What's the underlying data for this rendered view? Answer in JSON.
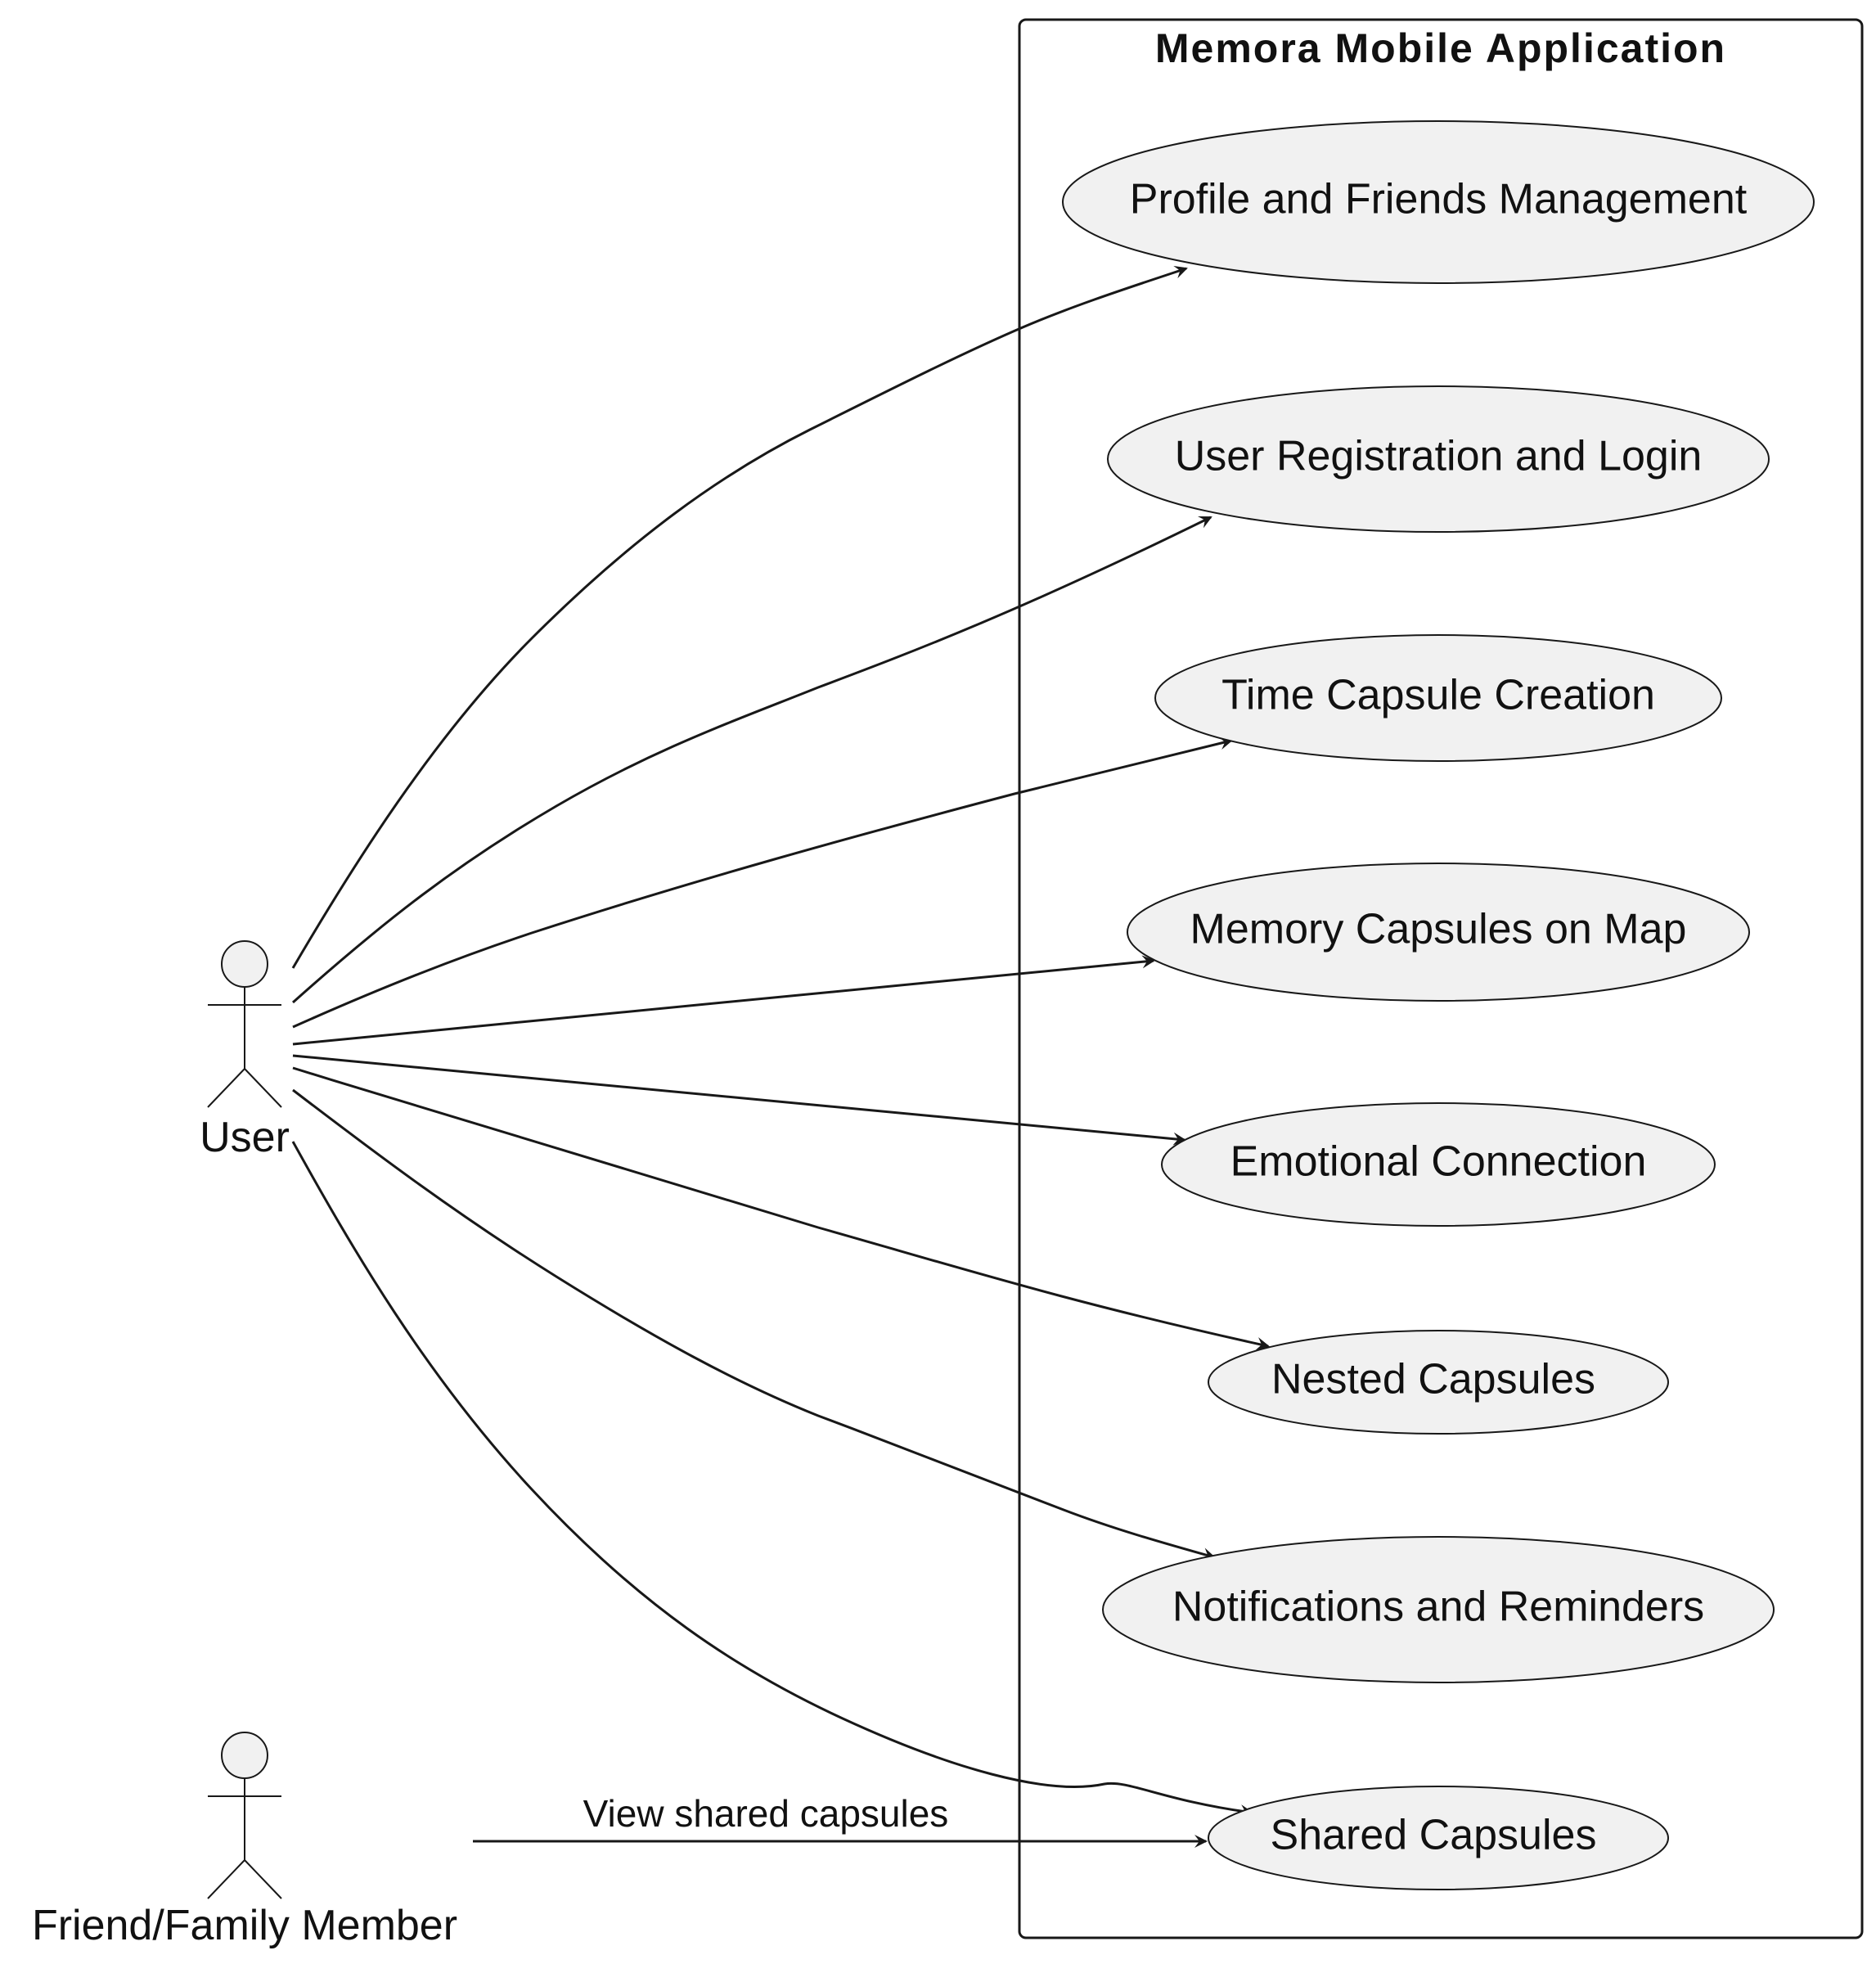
{
  "system": {
    "title": "Memora Mobile Application"
  },
  "actors": {
    "user": {
      "label": "User"
    },
    "friend": {
      "label": "Friend/Family Member"
    }
  },
  "use_cases": [
    {
      "id": "profile",
      "label": "Profile and Friends Management"
    },
    {
      "id": "registration",
      "label": "User Registration and Login"
    },
    {
      "id": "time-capsule",
      "label": "Time Capsule Creation"
    },
    {
      "id": "map",
      "label": "Memory Capsules on Map"
    },
    {
      "id": "emotional",
      "label": "Emotional Connection"
    },
    {
      "id": "nested",
      "label": "Nested Capsules"
    },
    {
      "id": "notifications",
      "label": "Notifications and Reminders"
    },
    {
      "id": "shared",
      "label": "Shared Capsules"
    }
  ],
  "edges": {
    "friend_to_shared": {
      "label": "View shared capsules"
    }
  },
  "colors": {
    "ellipse_fill": "#f1f1f1",
    "stroke": "#181818",
    "background": "#ffffff"
  }
}
